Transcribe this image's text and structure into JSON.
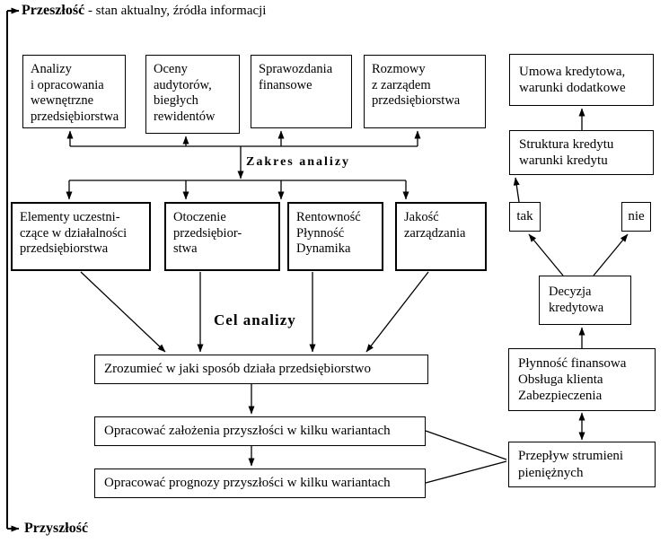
{
  "diagram": {
    "timeline": {
      "past_label": "Przeszłość",
      "past_description": " - stan aktualny, źródła informacji",
      "future_label": "Przyszłość"
    },
    "section_labels": {
      "zakres_analizy": "Zakres analizy",
      "cel_analizy": "Cel analizy"
    },
    "sources": {
      "analizy": "Analizy\ni opracowania\nwewnętrzne\nprzedsiębiorstwa",
      "oceny": "Oceny\naudytorów,\nbiegłych\nrewidentów",
      "sprawozdania": "Sprawozdania\nfinansowe",
      "rozmowy": "Rozmowy\nz zarządem\nprzedsiębiorstwa"
    },
    "scope": {
      "elementy": "Elementy uczestni-\nczące w działalności\nprzedsiębiorstwa",
      "otoczenie": "Otoczenie\nprzedsiębior-\nstwa",
      "rentownosc": "Rentowność\nPłynność\nDynamika",
      "jakosc": "Jakość\nzarządzania"
    },
    "goals": {
      "zrozumiec": "Zrozumieć w jaki sposób działa przedsiębiorstwo",
      "zalozenia": "Opracować założenia przyszłości w kilku wariantach",
      "prognozy": "Opracować prognozy przyszłości w kilku wariantach"
    },
    "credit": {
      "umowa": "Umowa kredytowa,\nwarunki dodatkowe",
      "struktura": "Struktura kredytu\nwarunki kredytu",
      "tak": "tak",
      "nie": "nie",
      "decyzja": "Decyzja\nkredytowa",
      "plynnosc": "Płynność finansowa\nObsługa klienta\nZabezpieczenia",
      "przeplyw": "Przepływ strumieni\npieniężnych"
    },
    "colors": {
      "line": "#000000",
      "box_border": "#000000",
      "background": "#ffffff"
    }
  }
}
